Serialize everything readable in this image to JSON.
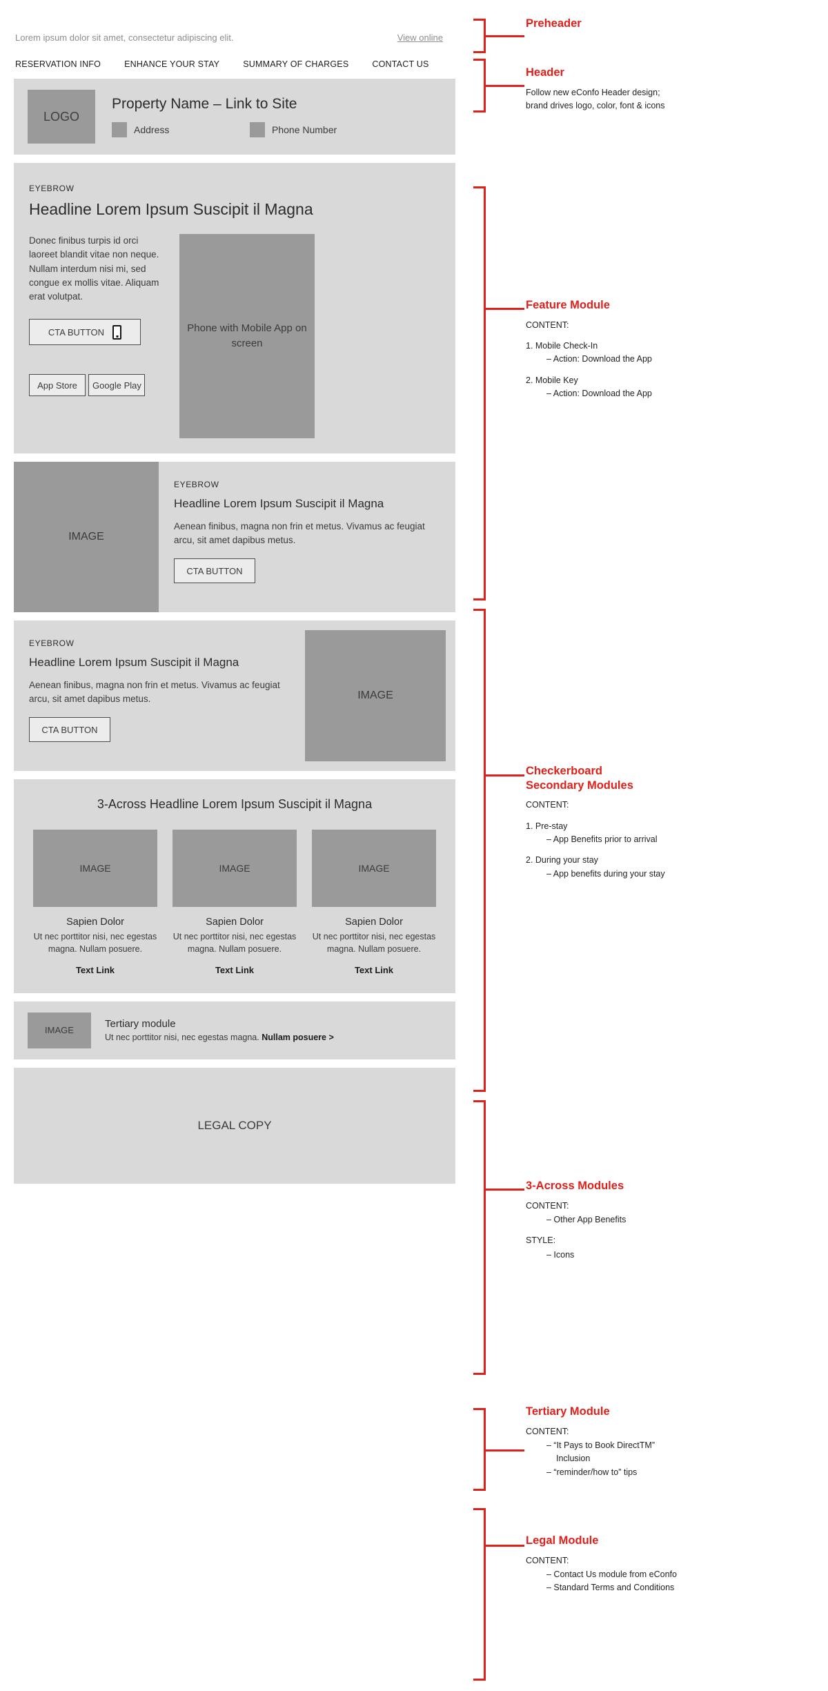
{
  "preheader": {
    "text": "Lorem ipsum dolor sit amet, consectetur adipiscing elit.",
    "view_online": "View online"
  },
  "nav": {
    "items": [
      "RESERVATION INFO",
      "ENHANCE YOUR STAY",
      "SUMMARY OF CHARGES",
      "CONTACT US"
    ]
  },
  "header": {
    "logo": "LOGO",
    "property_name": "Property Name – Link to Site",
    "address": "Address",
    "phone": "Phone Number"
  },
  "feature": {
    "eyebrow": "EYEBROW",
    "headline": "Headline Lorem Ipsum Suscipit il Magna",
    "body": "Donec finibus turpis id orci laoreet blandit vitae non neque. Nullam interdum nisi mi, sed congue ex mollis vitae. Aliquam erat volutpat.",
    "cta": "CTA BUTTON",
    "app_store": "App Store",
    "google_play": "Google Play",
    "phone_mock": "Phone with Mobile App on screen"
  },
  "checkerboard": [
    {
      "image_label": "IMAGE",
      "eyebrow": "EYEBROW",
      "headline": "Headline Lorem Ipsum Suscipit il Magna",
      "body": "Aenean finibus, magna non frin et metus. Vivamus ac feugiat arcu, sit amet dapibus metus.",
      "cta": "CTA BUTTON"
    },
    {
      "image_label": "IMAGE",
      "eyebrow": "EYEBROW",
      "headline": "Headline Lorem Ipsum Suscipit il Magna",
      "body": "Aenean finibus, magna non frin et metus. Vivamus ac feugiat arcu, sit amet dapibus metus.",
      "cta": "CTA BUTTON"
    }
  ],
  "across": {
    "headline": "3-Across Headline Lorem Ipsum Suscipit il Magna",
    "columns": [
      {
        "image_label": "IMAGE",
        "title": "Sapien Dolor",
        "body": "Ut nec porttitor nisi, nec egestas magna. Nullam posuere.",
        "link": "Text Link"
      },
      {
        "image_label": "IMAGE",
        "title": "Sapien Dolor",
        "body": "Ut nec porttitor nisi, nec egestas magna. Nullam posuere.",
        "link": "Text Link"
      },
      {
        "image_label": "IMAGE",
        "title": "Sapien Dolor",
        "body": "Ut nec porttitor nisi, nec egestas magna. Nullam posuere.",
        "link": "Text Link"
      }
    ]
  },
  "tertiary": {
    "image_label": "IMAGE",
    "title": "Tertiary module",
    "body": "Ut nec porttitor nisi, nec egestas magna.",
    "link": "Nullam posuere >"
  },
  "legal": {
    "label": "LEGAL COPY"
  },
  "annotations": {
    "preheader": {
      "title": "Preheader",
      "lines": []
    },
    "header": {
      "title": "Header",
      "lines": [
        "Follow new eConfo Header design;",
        "brand drives logo, color, font & icons"
      ]
    },
    "feature": {
      "title": "Feature Module",
      "content_label": "CONTENT:",
      "items": [
        {
          "num": "1. Mobile Check-In",
          "sub": "– Action: Download the App"
        },
        {
          "num": "2. Mobile Key",
          "sub": "– Action: Download the App"
        }
      ]
    },
    "checkerboard": {
      "title_line1": "Checkerboard",
      "title_line2": "Secondary Modules",
      "content_label": "CONTENT:",
      "items": [
        {
          "num": "1. Pre-stay",
          "sub": "– App Benefits prior to arrival"
        },
        {
          "num": "2. During your stay",
          "sub": "– App benefits during your stay"
        }
      ]
    },
    "across": {
      "title": "3-Across Modules",
      "content_label": "CONTENT:",
      "content_sub": "– Other App Benefits",
      "style_label": "STYLE:",
      "style_sub": "– Icons"
    },
    "tertiary": {
      "title": "Tertiary Module",
      "content_label": "CONTENT:",
      "sub1": "– “It Pays to Book DirectTM”",
      "sub1b": "Inclusion",
      "sub2": "– “reminder/how to” tips"
    },
    "legal": {
      "title": "Legal Module",
      "content_label": "CONTENT:",
      "sub1": "– Contact Us module from eConfo",
      "sub2": "– Standard Terms and Conditions"
    }
  },
  "colors": {
    "accent": "#e0201b",
    "module_bg": "#d9d9d9",
    "image_placeholder": "#9a9a9a"
  }
}
